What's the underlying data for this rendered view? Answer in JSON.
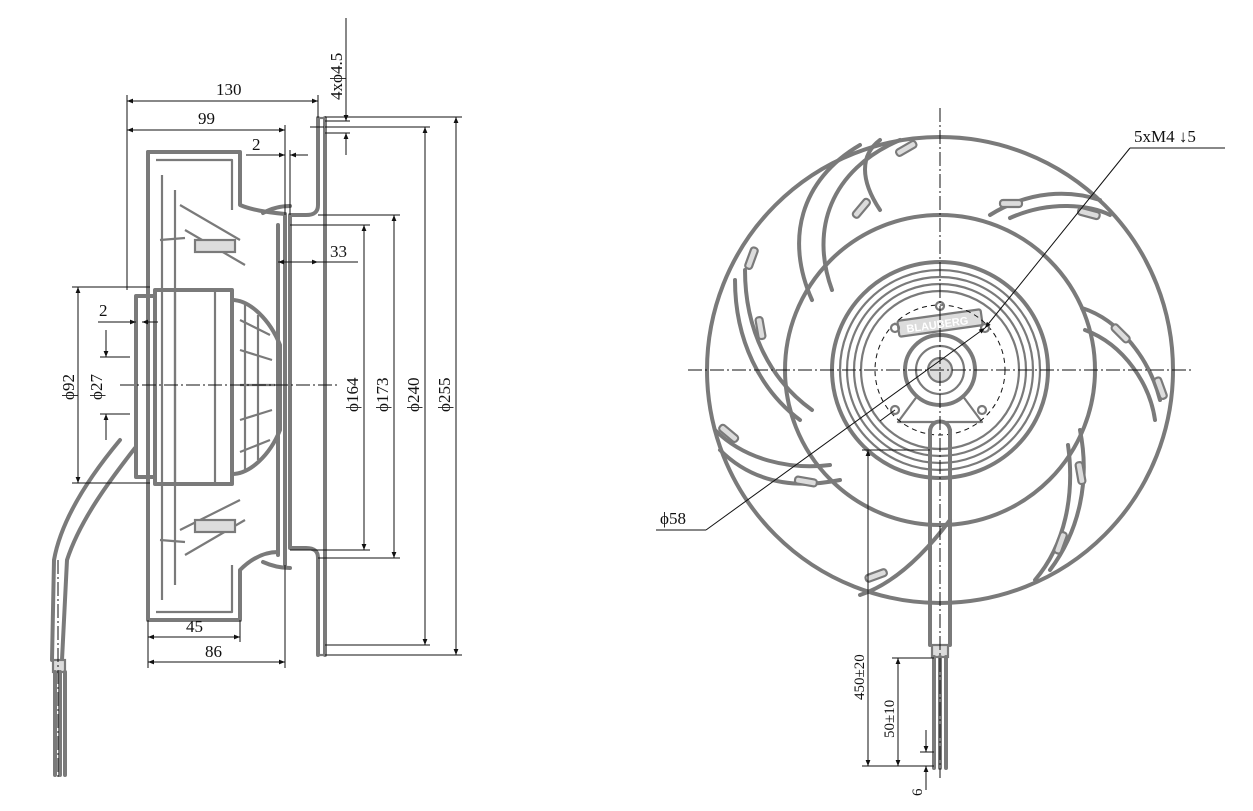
{
  "drawing": {
    "side_view": {
      "dims": {
        "d130": "130",
        "d99": "99",
        "d2_top": "2",
        "hole": "4xϕ4.5",
        "d33": "33",
        "d2_left": "2",
        "dia92": "ϕ92",
        "dia27": "ϕ27",
        "dia164": "ϕ164",
        "dia173": "ϕ173",
        "dia240": "ϕ240",
        "dia255": "ϕ255",
        "d45": "45",
        "d86": "86"
      }
    },
    "front_view": {
      "dims": {
        "thread": "5xM4 ↓5",
        "dia58": "ϕ58",
        "cable_len": "450±20",
        "strip_len": "50±10",
        "wire_strip": "6"
      },
      "logo": "BLAUBERG"
    }
  }
}
